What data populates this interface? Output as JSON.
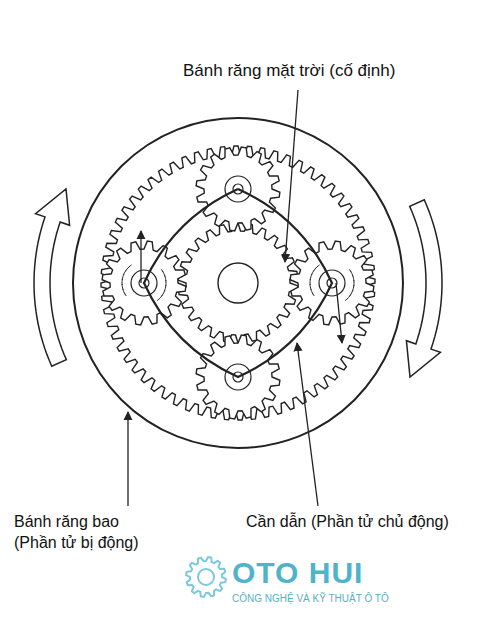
{
  "diagram": {
    "labels": [
      "Bánh răng mặt trời (cố định)",
      "Bánh răng bao (Phần tử bị động)",
      "Cần dẫn (Phần tử chủ động)",
      "OTO HUI",
      "CÔNG NGHỆ VÀ KỸ THUẬT Ô TÔ"
    ]
  }
}
